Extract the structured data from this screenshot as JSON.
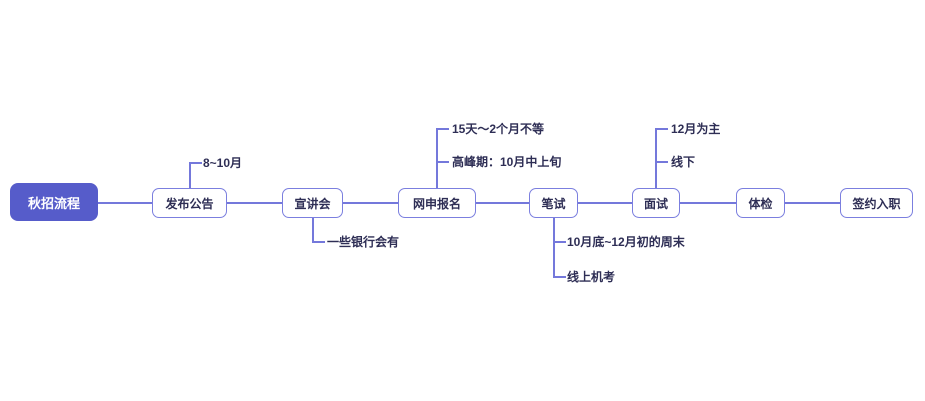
{
  "colors": {
    "page_bg": "#ffffff",
    "root_fill": "#565cca",
    "root_text": "#ffffff",
    "node_fill": "#ffffff",
    "node_border": "#7b7fdf",
    "node_text": "#2e2e55",
    "line": "#7478db",
    "annotation_text": "#2e2e55"
  },
  "mindmap": {
    "root": {
      "label": "秋招流程"
    },
    "nodes": [
      {
        "label": "发布公告",
        "above": [
          "8~10月"
        ],
        "below": []
      },
      {
        "label": "宣讲会",
        "above": [],
        "below": [
          "一些银行会有"
        ]
      },
      {
        "label": "网申报名",
        "above": [
          "15天～2个月不等",
          "高峰期：10月中上旬"
        ],
        "below": []
      },
      {
        "label": "笔试",
        "above": [],
        "below": [
          "10月底~12月初的周末",
          "线上机考"
        ]
      },
      {
        "label": "面试",
        "above": [
          "12月为主",
          "线下"
        ],
        "below": []
      },
      {
        "label": "体检",
        "above": [],
        "below": []
      },
      {
        "label": "签约入职",
        "above": [],
        "below": []
      }
    ]
  }
}
